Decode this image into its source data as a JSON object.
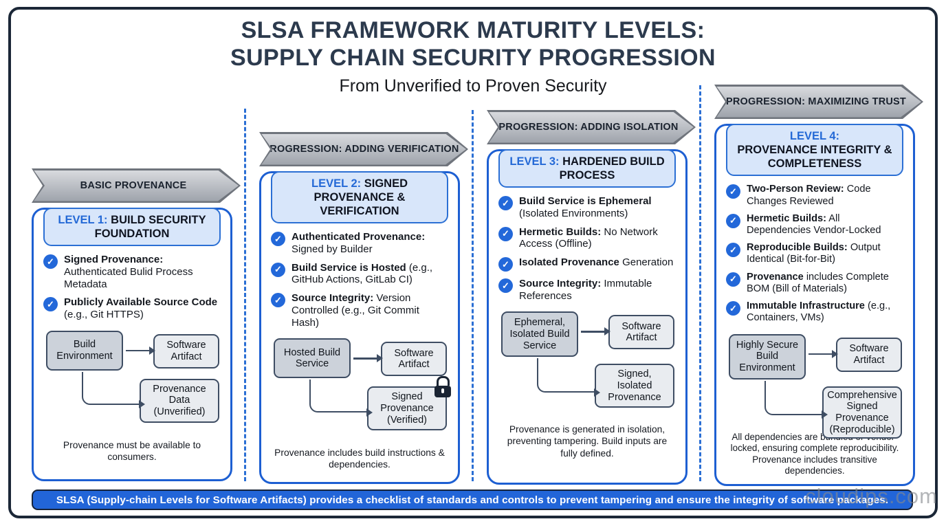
{
  "page": {
    "title_line1": "SLSA FRAMEWORK MATURITY LEVELS:",
    "title_line2": "SUPPLY CHAIN SECURITY PROGRESSION",
    "subtitle": "From Unverified to Proven Security",
    "footer": "SLSA (Supply-chain Levels for Software Artifacts) provides a checklist of standards and controls to prevent tampering and ensure the integrity of software packages.",
    "watermark": "cloudips.com"
  },
  "icons": {
    "check": "✓"
  },
  "colors": {
    "accent_blue": "#2265d8",
    "level_label_blue": "#2469d6",
    "card_border_blue": "#1d5fd2",
    "header_fill": "#d8e6fa",
    "title_navy": "#2c3a4d",
    "banner_gray": "#b4b8bf",
    "connector_slate": "#3e4d63",
    "check_blue": "#2368d9"
  },
  "columns": [
    {
      "banner": "BASIC PROVENANCE",
      "level_label": "LEVEL 1:",
      "level_title": "BUILD SECURITY FOUNDATION",
      "bullets": [
        {
          "bold": "Signed Provenance:",
          "text": "Authenticated Bulid Process Metadata"
        },
        {
          "bold": "Publicly Available Source Code",
          "text": "(e.g., Git HTTPS)"
        }
      ],
      "flow": {
        "source": "Build Environment",
        "artifact": "Software Artifact",
        "provenance": "Provenance Data (Unverified)"
      },
      "caption": "Provenance must be available to consumers."
    },
    {
      "banner": "PROGRESSION: ADDING VERIFICATION",
      "level_label": "LEVEL 2:",
      "level_title": "SIGNED PROVENANCE & VERIFICATION",
      "bullets": [
        {
          "bold": "Authenticated Provenance:",
          "text": "Signed by Builder"
        },
        {
          "bold": "Build Service is Hosted",
          "text": "(e.g., GitHub Actions, GitLab CI)"
        },
        {
          "bold": "Source Integrity:",
          "text": "Version Controlled (e.g., Git Commit Hash)"
        }
      ],
      "flow": {
        "source": "Hosted Build Service",
        "artifact": "Software Artifact",
        "provenance": "Signed Provenance (Verified)"
      },
      "caption": "Provenance includes build instructions & dependencies."
    },
    {
      "banner": "PROGRESSION: ADDING ISOLATION",
      "level_label": "LEVEL 3:",
      "level_title": "HARDENED BUILD PROCESS",
      "bullets": [
        {
          "bold": "Build Service is Ephemeral",
          "text": "(Isolated Environments)"
        },
        {
          "bold": "Hermetic Builds:",
          "text": "No Network Access (Offline)"
        },
        {
          "bold": "Isolated Provenance",
          "text": "Generation"
        },
        {
          "bold": "Source Integrity:",
          "text": "Immutable References"
        }
      ],
      "flow": {
        "source": "Ephemeral, Isolated Build Service",
        "artifact": "Software Artifact",
        "provenance": "Signed, Isolated Provenance"
      },
      "caption": "Provenance is generated in isolation, preventing tampering. Build inputs are fully defined."
    },
    {
      "banner": "PROGRESSION: MAXIMIZING TRUST",
      "level_label": "LEVEL 4:",
      "level_title": "PROVENANCE INTEGRITY & COMPLETENESS",
      "bullets": [
        {
          "bold": "Two-Person Review:",
          "text": "Code Changes Reviewed"
        },
        {
          "bold": "Hermetic Builds:",
          "text": "All Dependencies Vendor-Locked"
        },
        {
          "bold": "Reproducible Builds:",
          "text": "Output Identical (Bit-for-Bit)"
        },
        {
          "bold": "Provenance",
          "text": "includes Complete BOM (Bill of Materials)"
        },
        {
          "bold": "Immutable Infrastructure",
          "text": "(e.g., Containers, VMs)"
        }
      ],
      "flow": {
        "source": "Highly Secure Build Environment",
        "artifact": "Software Artifact",
        "provenance": "Comprehensive Signed Provenance (Reproducible)"
      },
      "caption": "All dependencies are bundled or vendor-locked, ensuring complete reproducibility. Provenance includes transitive dependencies."
    }
  ]
}
